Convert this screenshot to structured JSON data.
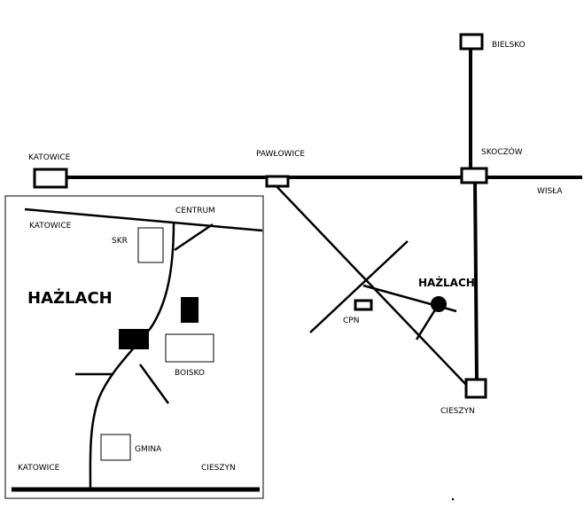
{
  "main_map": {
    "labels": {
      "bielsko": "BIELSKO",
      "katowice": "KATOWICE",
      "pawlowice": "PAWŁOWICE",
      "skoczow": "SKOCZÓW",
      "wisla": "WISŁA",
      "hazlach": "HAŻLACH",
      "cpn": "CPN",
      "cieszyn": "CIESZYN"
    }
  },
  "inset_map": {
    "labels": {
      "katowice_top": "KATOWICE",
      "centrum": "CENTRUM",
      "skr": "SKR",
      "hazlach": "HAŻLACH",
      "boisko": "BOISKO",
      "gmina": "GMINA",
      "katowice_bottom": "KATOWICE",
      "cieszyn": "CIESZYN"
    }
  }
}
